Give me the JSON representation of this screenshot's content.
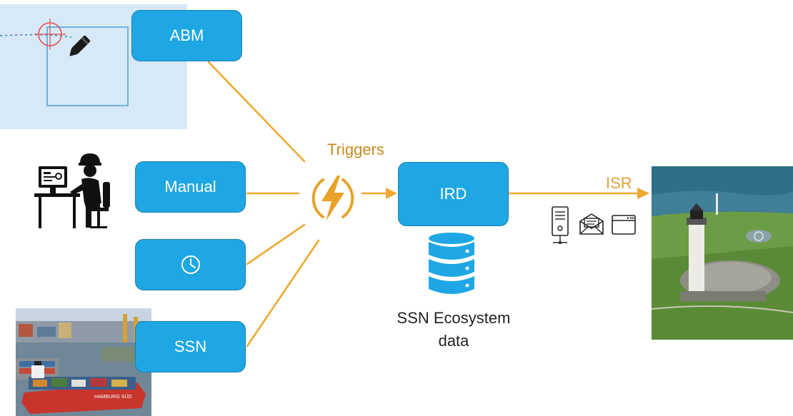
{
  "diagram": {
    "sources": {
      "abm_label": "ABM",
      "manual_label": "Manual",
      "ssn_label": "SSN"
    },
    "triggers_label": "Triggers",
    "ird_label": "IRD",
    "isr_label": "ISR",
    "database_caption": "SSN Ecosystem data"
  },
  "colors": {
    "box_fill": "#1ea7e4",
    "box_border": "#1b7fb0",
    "connector": "#f0a830",
    "trigger_text": "#c98a1c",
    "database": "#1ea7e4"
  },
  "icons": {
    "trigger": "lightning-bolt-icon",
    "clock": "clock-icon",
    "database": "database-icon",
    "server": "server-icon",
    "email": "email-icon",
    "browser": "browser-window-icon",
    "worker": "worker-at-computer-icon",
    "drawing_tool": "pen-drawing-icon"
  }
}
